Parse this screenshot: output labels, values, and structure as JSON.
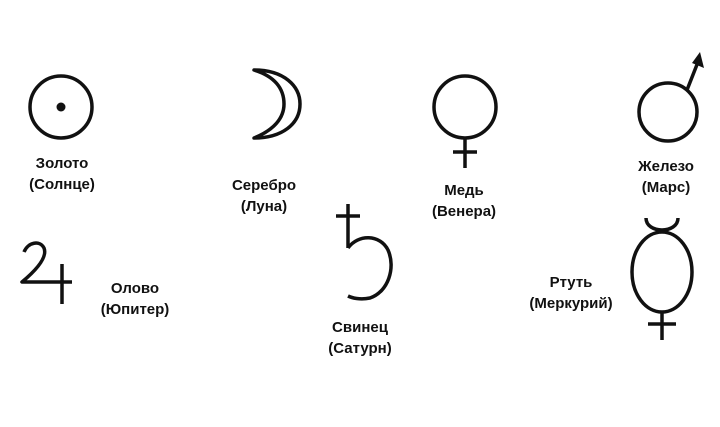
{
  "elements": [
    {
      "id": "gold",
      "symbol": "sun-icon",
      "name": "Золото",
      "planet": "(Солнце)"
    },
    {
      "id": "silver",
      "symbol": "moon-icon",
      "name": "Серебро",
      "planet": "(Луна)"
    },
    {
      "id": "copper",
      "symbol": "venus-icon",
      "name": "Медь",
      "planet": "(Венера)"
    },
    {
      "id": "iron",
      "symbol": "mars-icon",
      "name": "Железо",
      "planet": "(Марс)"
    },
    {
      "id": "tin",
      "symbol": "jupiter-icon",
      "name": "Олово",
      "planet": "(Юпитер)"
    },
    {
      "id": "lead",
      "symbol": "saturn-icon",
      "name": "Свинец",
      "planet": "(Сатурн)"
    },
    {
      "id": "mercury",
      "symbol": "mercury-icon",
      "name": "Ртуть",
      "planet": "(Меркурий)"
    }
  ],
  "colors": {
    "ink": "#111111",
    "background": "#ffffff"
  }
}
